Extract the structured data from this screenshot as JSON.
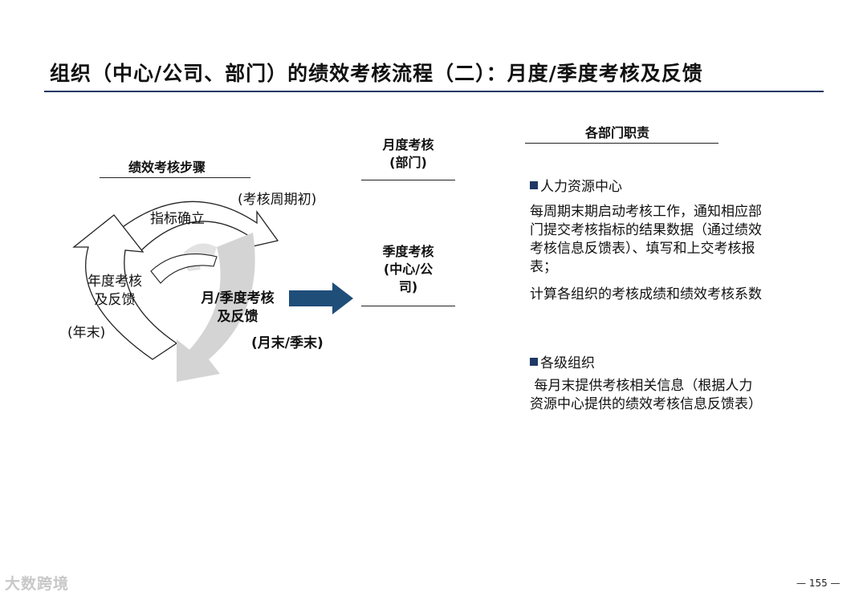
{
  "title": "组织（中心/公司、部门）的绩效考核流程（二）：月度/季度考核及反馈",
  "steps": {
    "heading": "绩效考核步骤",
    "step_define": "指标确立",
    "cycle_start": "(考核周期初)",
    "annual_line1": "年度考核",
    "annual_line2": "及反馈",
    "year_end": "(年末)",
    "monthly_line1": "月/季度考核",
    "monthly_line2": "及反馈",
    "month_end": "(月末/季末)"
  },
  "columns": {
    "monthly_line1": "月度考核",
    "monthly_line2": "(部门)",
    "quarterly_line1": "季度考核",
    "quarterly_line2": "(中心/公",
    "quarterly_line3": "司)"
  },
  "duties": {
    "heading": "各部门职责",
    "hr_title": "人力资源中心",
    "hr_para1": "每周期末期启动考核工作，通知相应部门提交考核指标的结果数据（通过绩效考核信息反馈表）、填写和上交考核报表；",
    "hr_para2": "计算各组织的考核成绩和绩效考核系数",
    "org_title": "各级组织",
    "org_para": " 每月末提供考核相关信息（根据人力资源中心提供的绩效考核信息反馈表）"
  },
  "footer": {
    "watermark": "大数跨境",
    "page": "— 155 —"
  },
  "colors": {
    "accent_navy": "#1f3864",
    "arrow_blue": "#1f4e79",
    "cycle_gray": "#d4d4d4"
  }
}
